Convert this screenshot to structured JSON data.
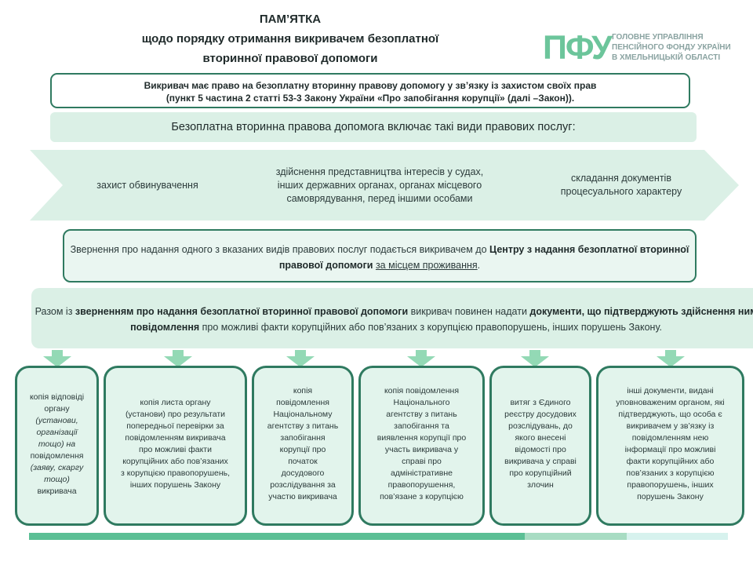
{
  "header": {
    "title_lines": [
      "ПАМ’ЯТКА",
      "щодо порядку отримання викривачем безоплатної",
      "вторинної правової допомоги"
    ]
  },
  "logo": {
    "mark": "ПФУ",
    "text_lines": [
      "ГОЛОВНЕ УПРАВЛІННЯ",
      "ПЕНСІЙНОГО ФОНДУ УКРАЇНИ",
      "В ХМЕЛЬНИЦЬКІЙ ОБЛАСТІ"
    ]
  },
  "rights": {
    "lines": [
      "Викривач має право на безоплатну вторинну правову допомогу у зв’язку із захистом своїх прав",
      "(пункт 5 частина 2 статті 53-3 Закону України «Про запобігання корупції» (далі –Закон))."
    ]
  },
  "includes": {
    "text": "Безоплатна вторинна правова допомога включає такі види правових послуг:"
  },
  "services": [
    {
      "lines": [
        "захист обвинувачення"
      ]
    },
    {
      "lines": [
        "здійснення представництва інтересів у судах,",
        "інших державних органах, органах місцевого",
        "самоврядування, перед іншими особами"
      ]
    },
    {
      "lines": [
        "складання документів",
        "процесуального характеру"
      ]
    }
  ],
  "appeal": {
    "p1": "Звернення про надання одного з вказаних видів правових послуг подається викривачем до ",
    "bold": "Центру з надання безоплатної вторинної правової допомоги",
    "p2": " ",
    "underline": "за місцем проживання",
    "p3": "."
  },
  "together": {
    "p1": "Разом із ",
    "b1": "зверненням про надання безоплатної вторинної правової допомоги",
    "p2": " викривач повинен надати ",
    "b2": "документи, що підтверджують здійснення ним повідомлення",
    "p3": " про можливі факти корупційних або пов’язаних з корупцією правопорушень, інших порушень Закону."
  },
  "documents": [
    {
      "lines": [
        {
          "t": "копія відповіді",
          "i": false
        },
        {
          "t": "органу",
          "i": false
        },
        {
          "t": "(установи,",
          "i": true
        },
        {
          "t": "організації",
          "i": true
        },
        {
          "t": "тощо) на",
          "i": false
        },
        {
          "t": "повідомлення",
          "i": false
        },
        {
          "t": "(заяву, скаргу",
          "i": true
        },
        {
          "t": "тощо)",
          "i": true
        },
        {
          "t": "викривача",
          "i": false
        }
      ]
    },
    {
      "lines": [
        {
          "t": "копія листа органу",
          "i": false
        },
        {
          "t": "(установи) про результати",
          "i": false
        },
        {
          "t": "попередньої перевірки за",
          "i": false
        },
        {
          "t": "повідомленням викривача",
          "i": false
        },
        {
          "t": "про можливі факти",
          "i": false
        },
        {
          "t": "корупційних або пов’язаних",
          "i": false
        },
        {
          "t": "з корупцією правопорушень,",
          "i": false
        },
        {
          "t": "інших порушень Закону",
          "i": false
        }
      ]
    },
    {
      "lines": [
        {
          "t": "копія",
          "i": false
        },
        {
          "t": "повідомлення",
          "i": false
        },
        {
          "t": "Національному",
          "i": false
        },
        {
          "t": "агентству з питань",
          "i": false
        },
        {
          "t": "запобігання",
          "i": false
        },
        {
          "t": "корупції про",
          "i": false
        },
        {
          "t": "початок",
          "i": false
        },
        {
          "t": "досудового",
          "i": false
        },
        {
          "t": "розслідування за",
          "i": false
        },
        {
          "t": "участю викривача",
          "i": false
        }
      ]
    },
    {
      "lines": [
        {
          "t": "копія повідомлення",
          "i": false
        },
        {
          "t": "Національного",
          "i": false
        },
        {
          "t": "агентству з питань",
          "i": false
        },
        {
          "t": "запобігання та",
          "i": false
        },
        {
          "t": "виявлення корупції про",
          "i": false
        },
        {
          "t": "участь викривача у",
          "i": false
        },
        {
          "t": "справі про",
          "i": false
        },
        {
          "t": "адміністративне",
          "i": false
        },
        {
          "t": "правопорушення,",
          "i": false
        },
        {
          "t": "пов’язане з корупцією",
          "i": false
        }
      ]
    },
    {
      "lines": [
        {
          "t": "витяг з Єдиного",
          "i": false
        },
        {
          "t": "реєстру досудових",
          "i": false
        },
        {
          "t": "розслідувань, до",
          "i": false
        },
        {
          "t": "якого внесені",
          "i": false
        },
        {
          "t": "відомості про",
          "i": false
        },
        {
          "t": "викривача у справі",
          "i": false
        },
        {
          "t": "про корупційний",
          "i": false
        },
        {
          "t": "злочин",
          "i": false
        }
      ]
    },
    {
      "lines": [
        {
          "t": "інші документи, видані",
          "i": false
        },
        {
          "t": "уповноваженим органом, які",
          "i": false
        },
        {
          "t": "підтверджують, що особа є",
          "i": false
        },
        {
          "t": "викривачем у зв’язку із",
          "i": false
        },
        {
          "t": "повідомленням нею",
          "i": false
        },
        {
          "t": "інформації про можливі",
          "i": false
        },
        {
          "t": "факти корупційних або",
          "i": false
        },
        {
          "t": "пов’язаних з корупцією",
          "i": false
        },
        {
          "t": "правопорушень, інших",
          "i": false
        },
        {
          "t": "порушень Закону",
          "i": false
        }
      ]
    }
  ],
  "colors": {
    "dark_green": "#2f7a60",
    "mint": "#dbf0e6",
    "box_fill": "#e2f4ec",
    "arrow": "#93d9b5",
    "logo_green": "#6cc59b",
    "bar_dark": "#5bbf95",
    "bar_mid": "#a8dcc3",
    "bar_light": "#d7f2ee"
  }
}
